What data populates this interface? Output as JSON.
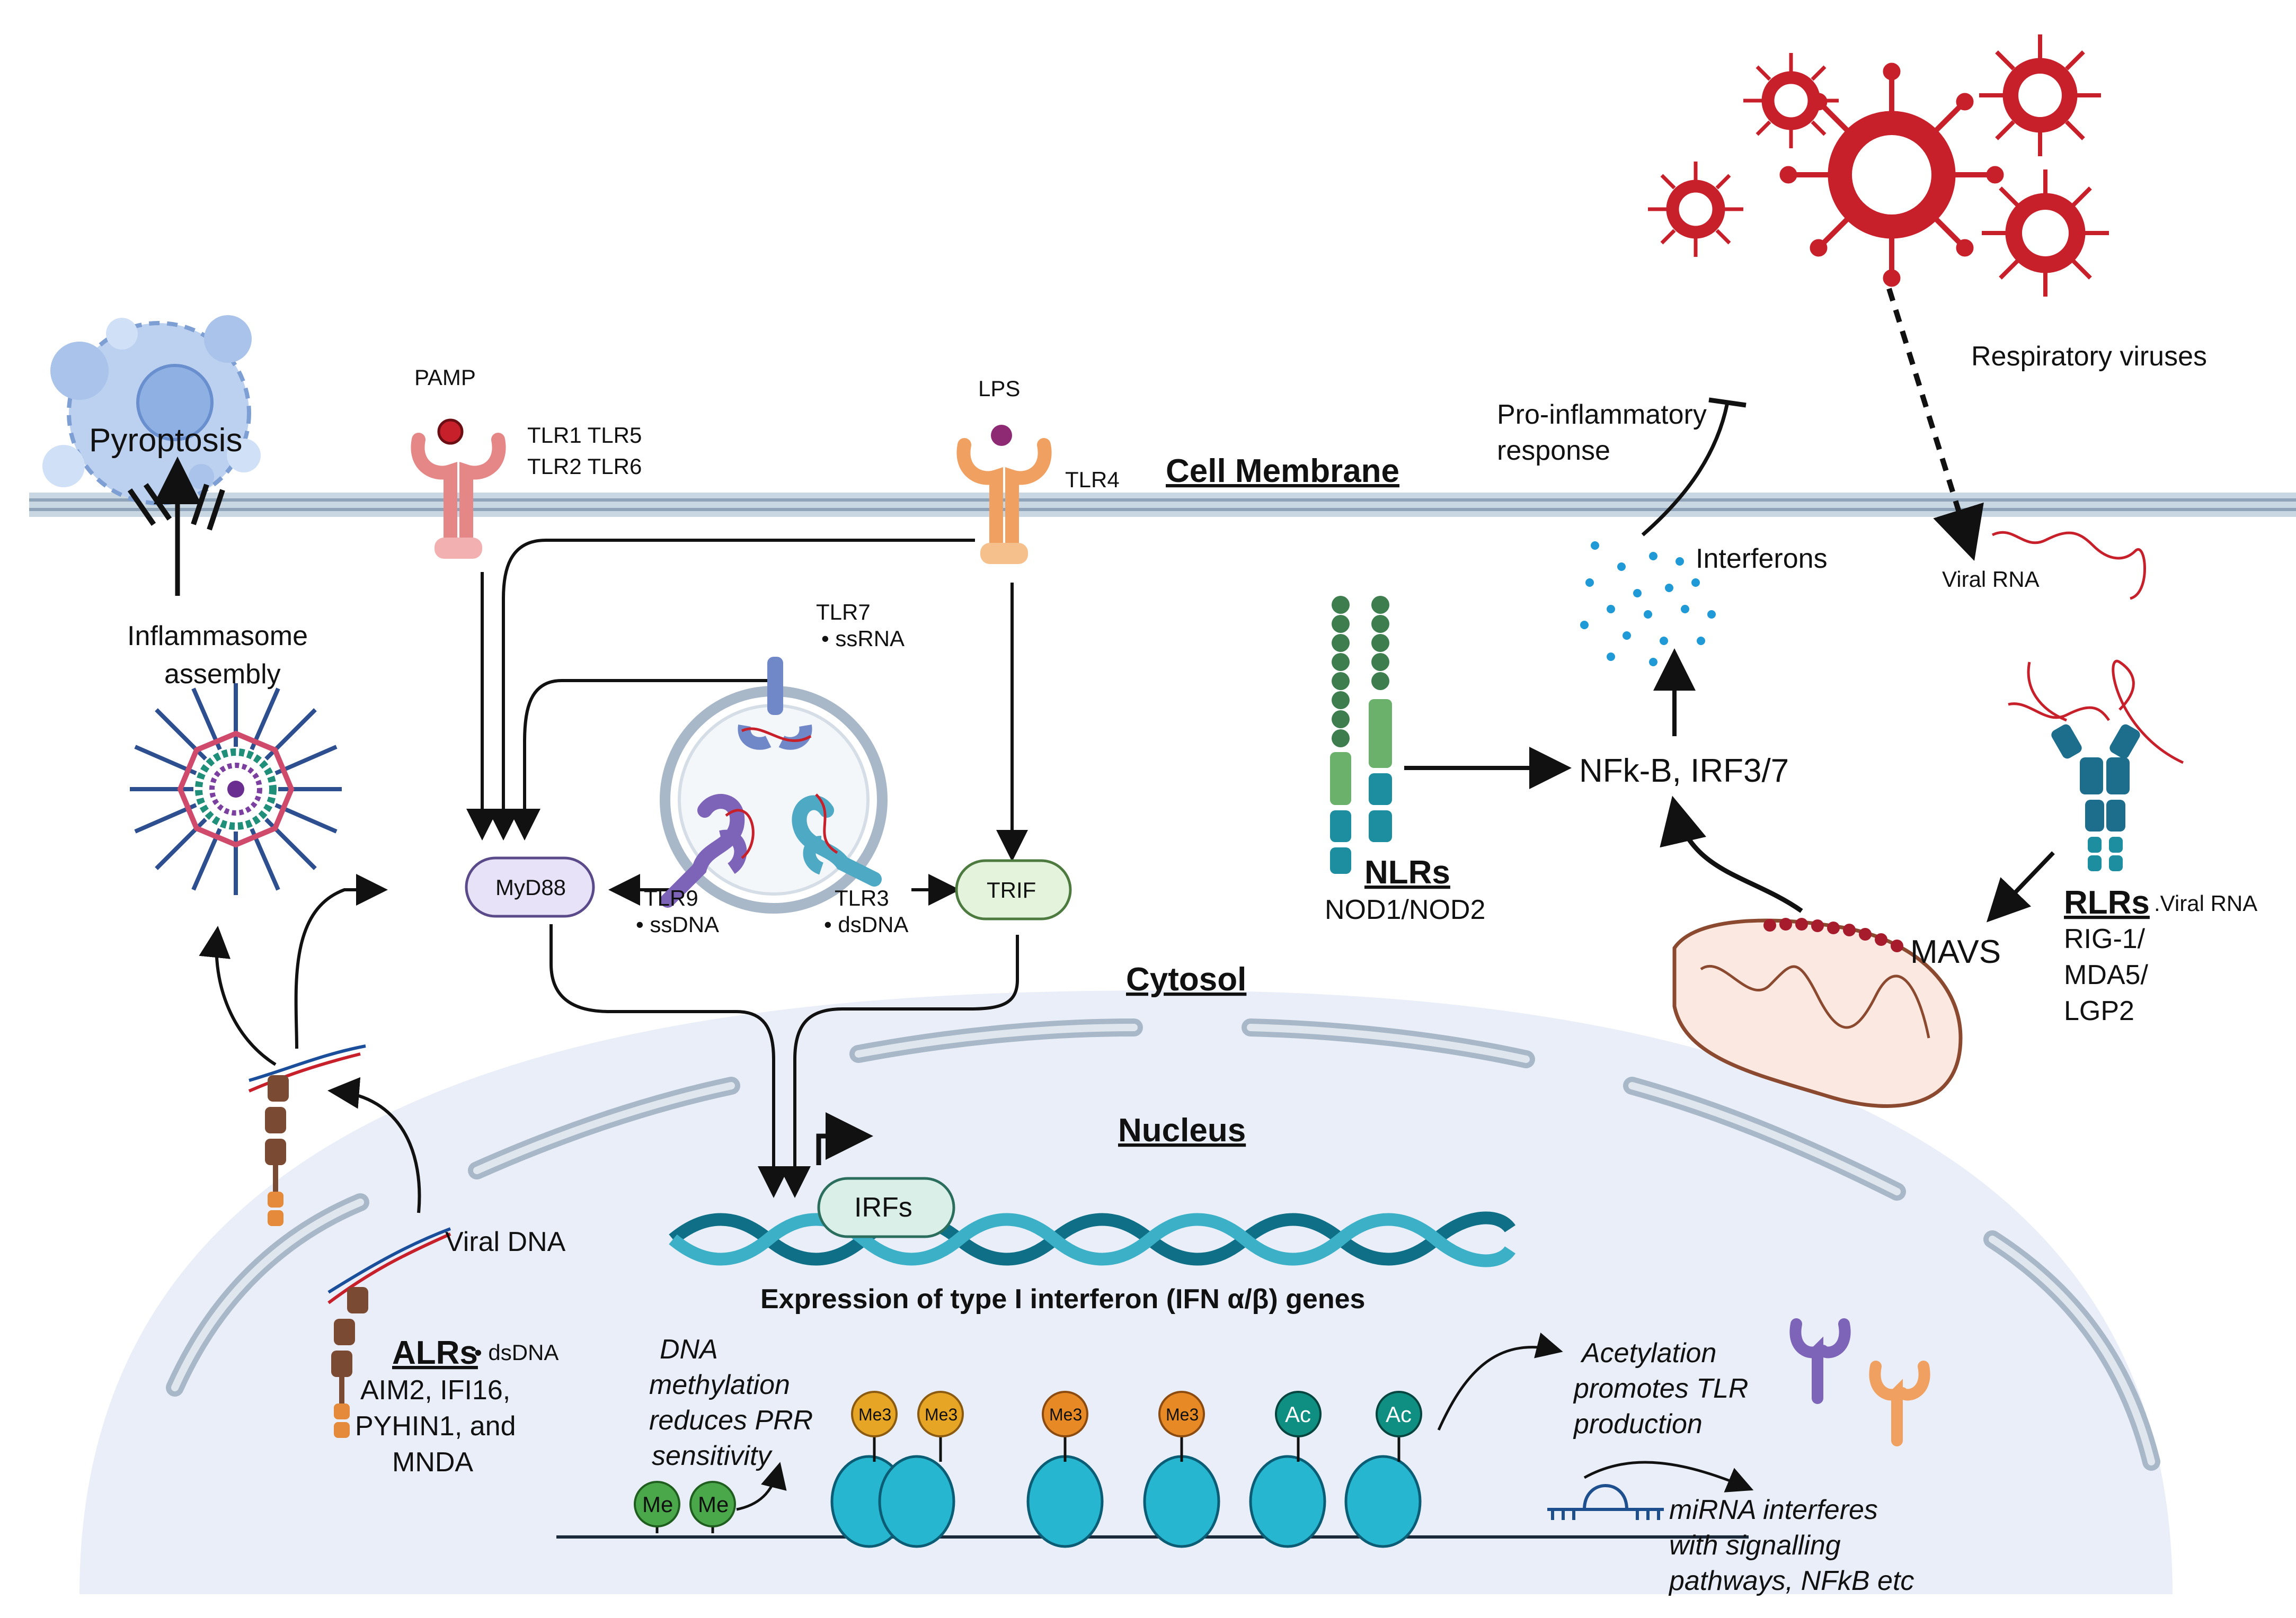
{
  "labels": {
    "pyroptosis": "Pyroptosis",
    "inflammasome_1": "Inflammasome",
    "inflammasome_2": "assembly",
    "pamp": "PAMP",
    "tlr_1_5": "TLR1  TLR5",
    "tlr_2_6": "TLR2  TLR6",
    "lps": "LPS",
    "tlr4": "TLR4",
    "cell_membrane": "Cell Membrane",
    "pro_inflam_1": "Pro-inflammatory",
    "pro_inflam_2": "response",
    "respiratory_viruses": "Respiratory viruses",
    "interferons": "Interferons",
    "viral_rna": "Viral RNA",
    "tlr7": "TLR7",
    "tlr7_ligand": "• ssRNA",
    "tlr9": "TLR9",
    "tlr9_ligand": "• ssDNA",
    "tlr3": "TLR3",
    "tlr3_ligand": "• dsDNA",
    "myd88": "MyD88",
    "trif": "TRIF",
    "nlrs": "NLRs",
    "nod": "NOD1/NOD2",
    "nfkb": "NFk-B, IRF3/7",
    "rlrs": "RLRs",
    "rlr_ligand": ".Viral RNA",
    "rlr_1": "RIG-1/",
    "rlr_2": "MDA5/",
    "rlr_3": "LGP2",
    "mavs": "MAVS",
    "cytosol": "Cytosol",
    "nucleus": "Nucleus",
    "irfs": "IRFs",
    "expression": "Expression of type I interferon (IFN α/β) genes",
    "viral_dna": "Viral DNA",
    "alrs": "ALRs",
    "alr_ligand": "• dsDNA",
    "alr_1": "AIM2, IFI16,",
    "alr_2": "PYHIN1, and",
    "alr_3": "MNDA",
    "dna_meth_1": "DNA",
    "dna_meth_2": "methylation",
    "dna_meth_3": "reduces PRR",
    "dna_meth_4": "sensitivity",
    "acet_1": "Acetylation",
    "acet_2": "promotes TLR",
    "acet_3": "production",
    "mirna_1": "miRNA interferes",
    "mirna_2": "with signalling",
    "mirna_3": "pathways, NFkB etc"
  },
  "histone_marks": [
    "Me",
    "Me",
    "Me3",
    "Me3",
    "Me3",
    "Me3",
    "Ac",
    "Ac"
  ],
  "colors": {
    "virus_red": "#c8202a",
    "membrane": "#b7c7d6",
    "nucleus_fill": "#e9eef8",
    "myd88_fill": "#e7e2f7",
    "trif_fill": "#e4f4dc",
    "irfs_fill": "#d9efe8",
    "dna_teal": "#0e6f86",
    "nucleosome": "#27b6cf",
    "nlr_green": "#3e7e4e",
    "rlr_blue": "#1d6e8c",
    "alr_brown": "#7a4a32",
    "me_green": "#4aa84a",
    "me3_orange": "#e7a526",
    "ac_teal": "#0f8e82"
  }
}
